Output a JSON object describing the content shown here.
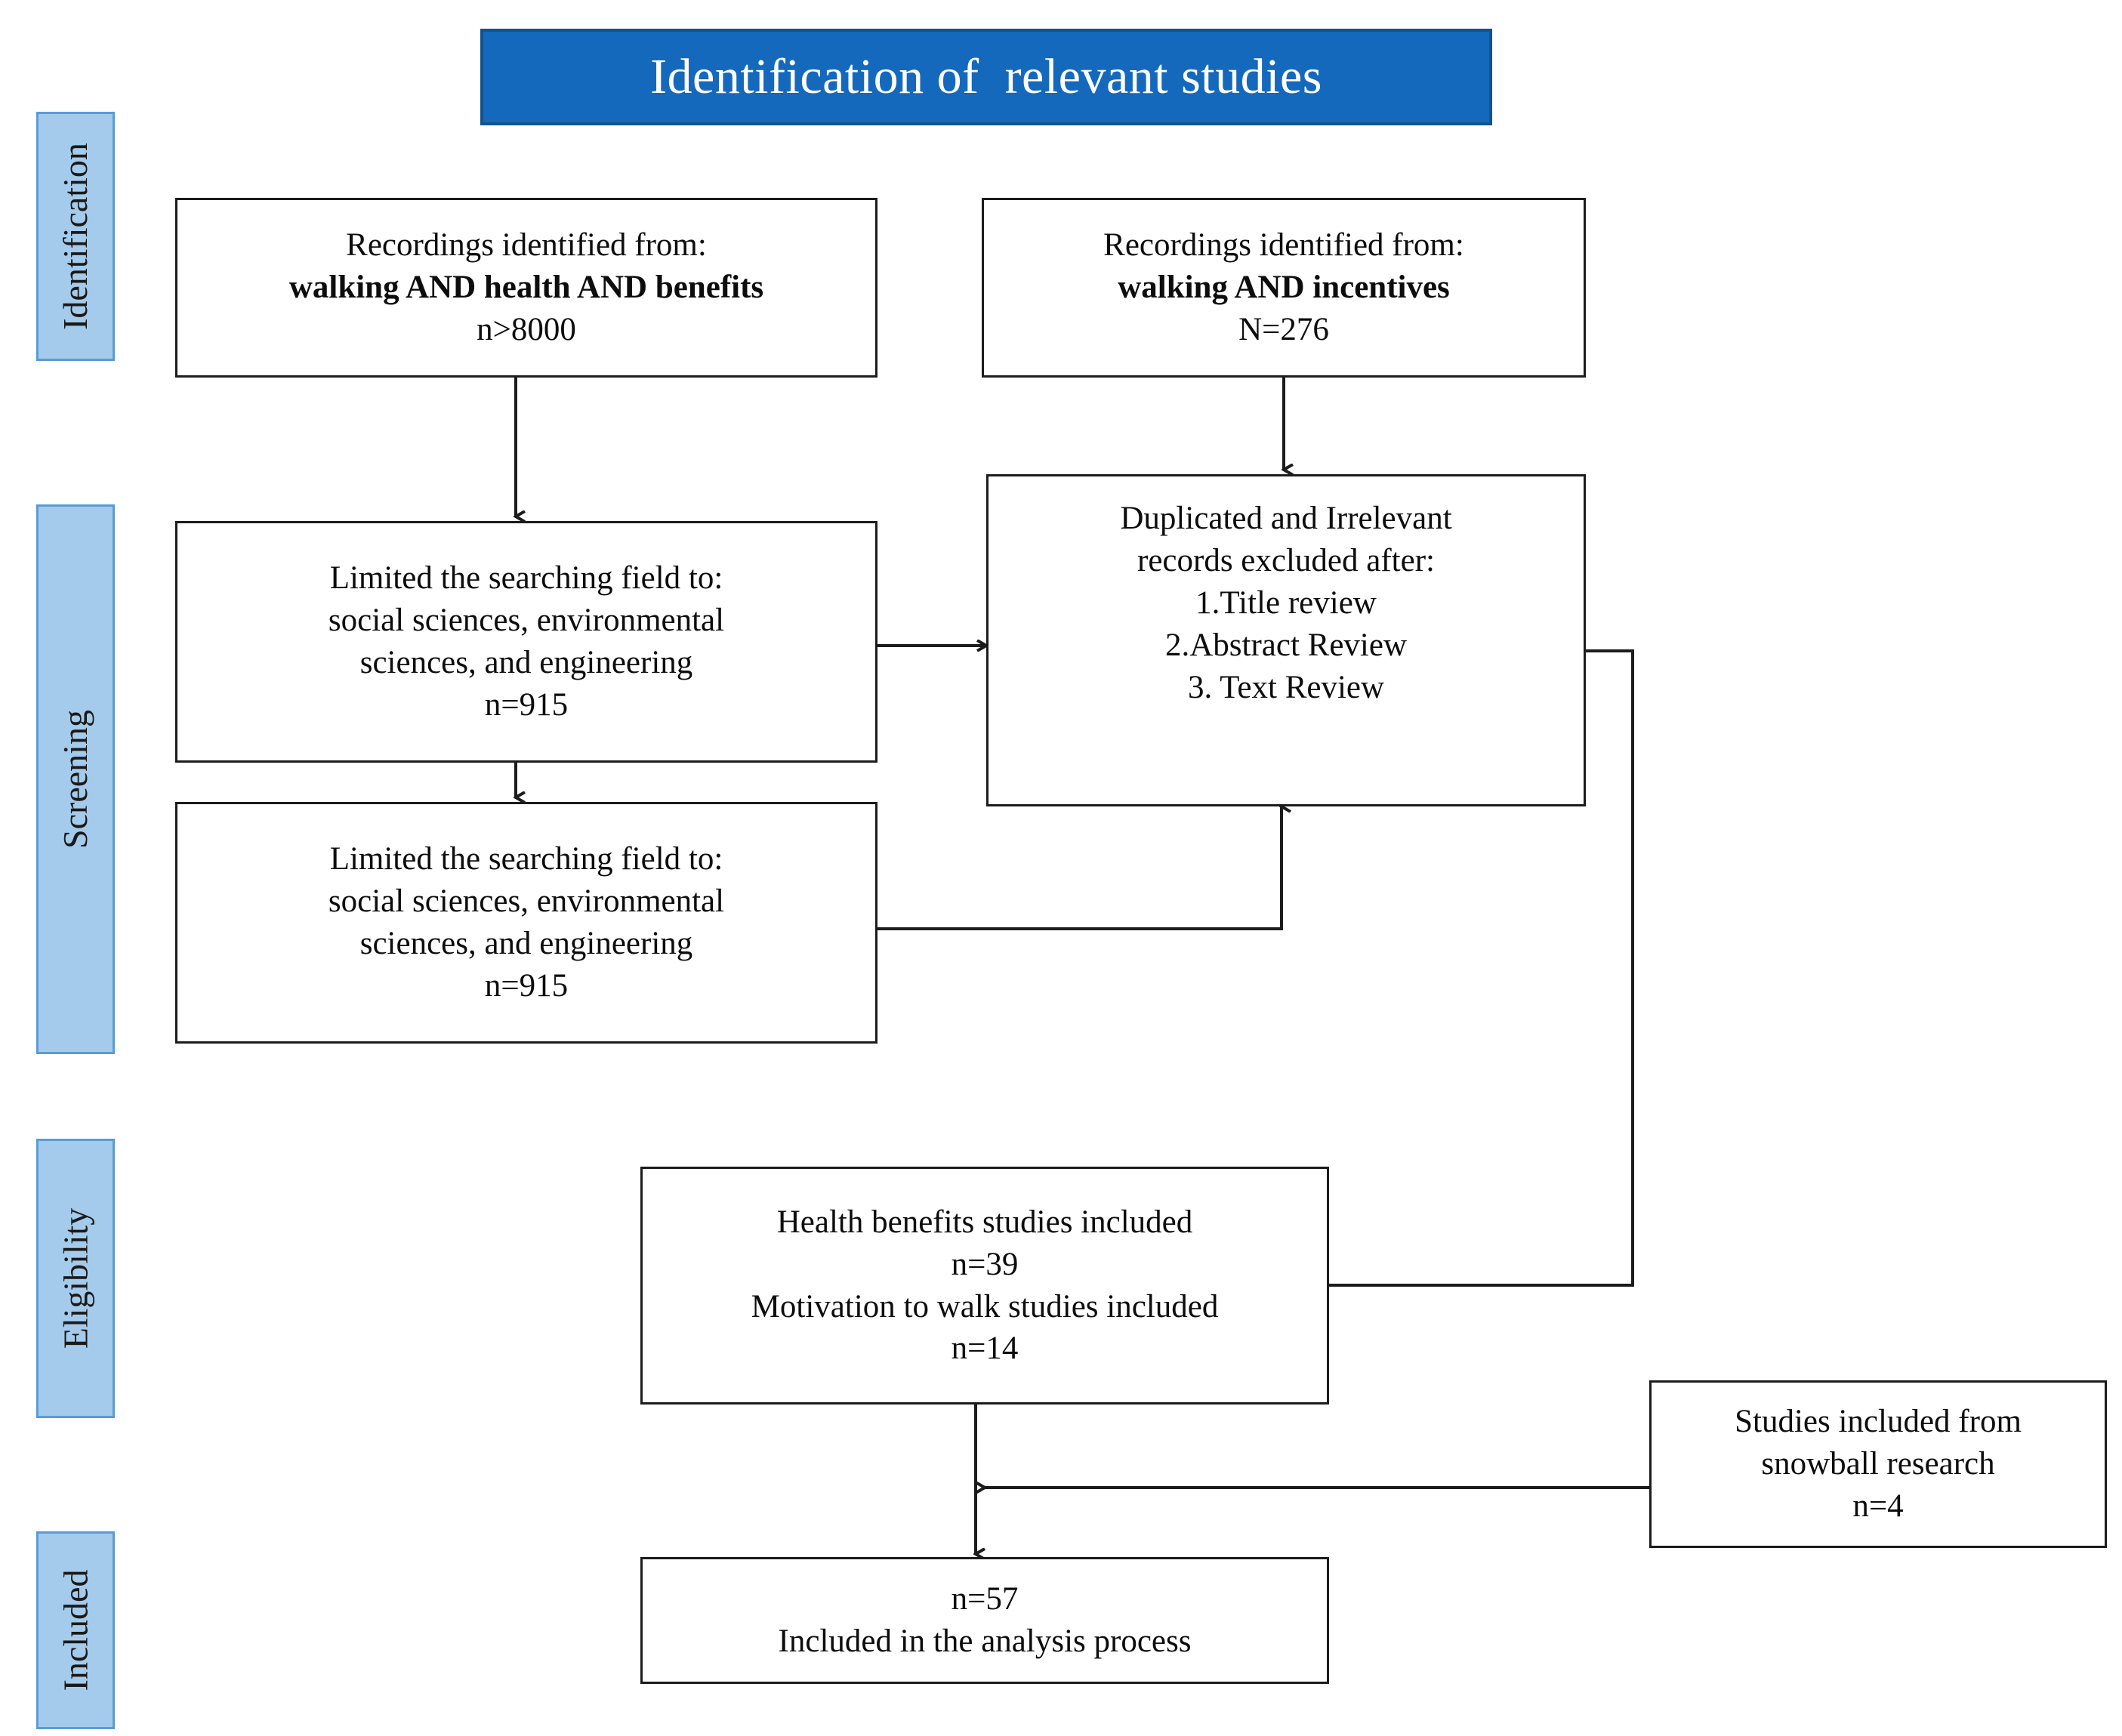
{
  "title": {
    "text": "Identification of  relevant studies",
    "background_color": "#1569bd",
    "text_color": "#ffffff"
  },
  "stages": [
    {
      "label": "Identification"
    },
    {
      "label": "Screening"
    },
    {
      "label": "Eligibility"
    },
    {
      "label": "Included"
    }
  ],
  "stage_style": {
    "fill_color": "#a4cbeb",
    "border_color": "#5b9bd5"
  },
  "boxes": {
    "identified_health": {
      "line1": "Recordings identified from:",
      "line2": "walking AND health AND benefits",
      "line3": "n>8000"
    },
    "identified_incentives": {
      "line1": "Recordings identified from:",
      "line2": "walking AND incentives",
      "line3": "N=276"
    },
    "limited_health": {
      "line1": "Limited the searching field to:",
      "line2": "social sciences, environmental",
      "line3": "sciences, and engineering",
      "line4": "n=915"
    },
    "limited_incentives": {
      "line1": "Limited the searching field to:",
      "line2": "social sciences, environmental",
      "line3": "sciences, and engineering",
      "line4": "n=915"
    },
    "excluded": {
      "line1": "Duplicated and Irrelevant",
      "line2": "records excluded after:",
      "line3": "1.Title review",
      "line4": "2.Abstract Review",
      "line5": "3. Text Review"
    },
    "eligibility": {
      "line1": "Health benefits studies included",
      "line2": "n=39",
      "line3": "Motivation to walk studies included",
      "line4": "n=14"
    },
    "snowball": {
      "line1": "Studies included from",
      "line2": "snowball research",
      "line3": "n=4"
    },
    "final": {
      "line1": "n=57",
      "line2": "Included in the analysis process"
    }
  },
  "connector_color": "#1c1c1c"
}
